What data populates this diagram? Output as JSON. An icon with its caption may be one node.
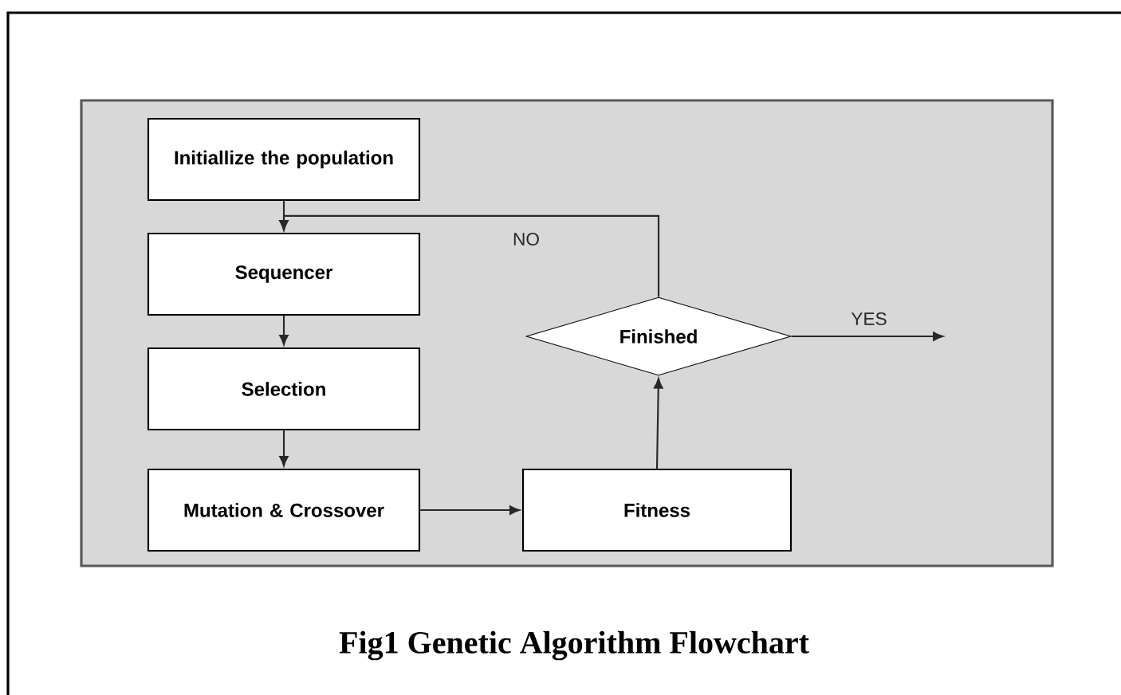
{
  "diagram": {
    "caption": "Fig1 Genetic Algorithm Flowchart",
    "nodes": [
      {
        "text": [
          "Initiallize the population"
        ]
      },
      {
        "text": [
          "Sequencer"
        ]
      },
      {
        "text": [
          "Selection"
        ]
      },
      {
        "text": [
          "Mutation & Crossover"
        ]
      },
      {
        "text": [
          "Fitness"
        ]
      },
      {
        "text": [
          "Finished"
        ]
      }
    ],
    "edges": [
      {
        "from": 0,
        "to": 1,
        "arrow": "to"
      },
      {
        "from": 1,
        "to": 2,
        "arrow": "to"
      },
      {
        "from": 2,
        "to": 3,
        "arrow": "to"
      },
      {
        "from": 3,
        "to": 4,
        "arrow": "to"
      },
      {
        "from": 4,
        "to": 5,
        "arrow": "to"
      },
      {
        "from": 5,
        "to": 1,
        "arrow": "to",
        "label": "NO"
      },
      {
        "from": 5,
        "to": null,
        "arrow": "to",
        "label": "YES"
      }
    ]
  }
}
